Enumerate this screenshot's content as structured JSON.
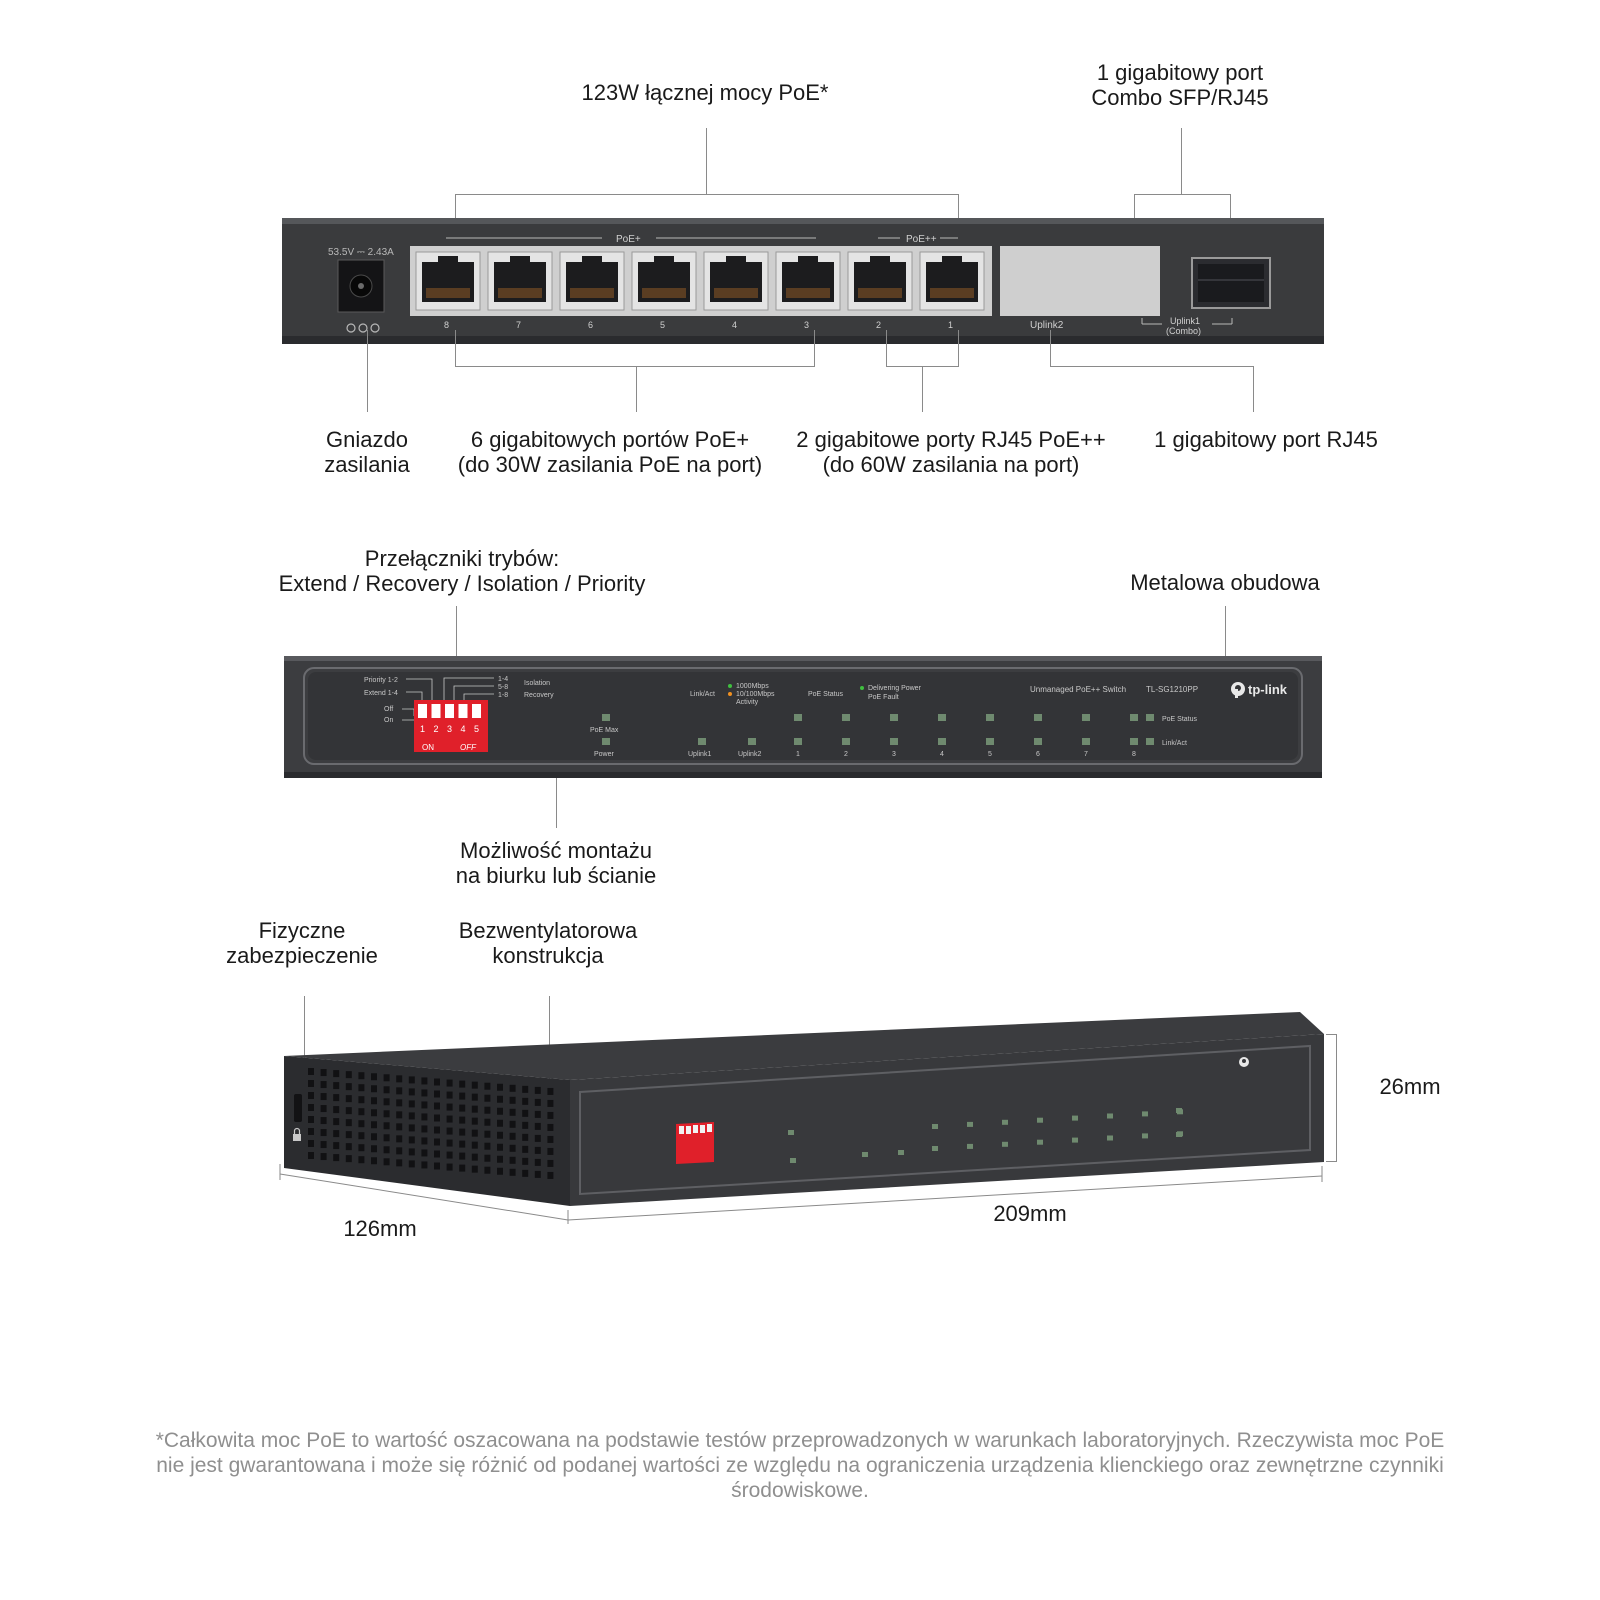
{
  "callouts": {
    "total_poe": "123W łącznej mocy PoE*",
    "combo_line1": "1 gigabitowy port",
    "combo_line2": "Combo SFP/RJ45",
    "power_line1": "Gniazdo",
    "power_line2": "zasilania",
    "poeplus_line1": "6 gigabitowych portów PoE+",
    "poeplus_line2": "(do 30W zasilania PoE na port)",
    "poeplusplus_line1": "2 gigabitowe porty RJ45 PoE++",
    "poeplusplus_line2": "(do 60W zasilania na port)",
    "rj45": "1 gigabitowy port RJ45",
    "modes_line1": "Przełączniki trybów:",
    "modes_line2": "Extend / Recovery / Isolation / Priority",
    "metal": "Metalowa obudowa",
    "mount_line1": "Możliwość montażu",
    "mount_line2": "na biurku lub ścianie",
    "security_line1": "Fizyczne",
    "security_line2": "zabezpieczenie",
    "fanless_line1": "Bezwentylatorowa",
    "fanless_line2": "konstrukcja"
  },
  "dimensions": {
    "height": "26mm",
    "depth": "126mm",
    "width": "209mm"
  },
  "rear_panel": {
    "power_rating": "53.5V ⎓ 2.43A",
    "poe_plus_tag": "PoE+",
    "poe_plusplus_tag": "PoE++",
    "port_numbers": [
      "8",
      "7",
      "6",
      "5",
      "4",
      "3",
      "2",
      "1"
    ],
    "uplink2": "Uplink2",
    "uplink1": "Uplink1",
    "combo": "(Combo)"
  },
  "front_panel": {
    "priority": "Priority 1-2",
    "extend": "Extend 1-4",
    "off": "Off",
    "on": "On",
    "dip_numbers": [
      "1",
      "2",
      "3",
      "4",
      "5"
    ],
    "dip_on": "ON",
    "dip_off": "OFF",
    "isolation": "Isolation",
    "recovery": "Recovery",
    "group_14": "1-4",
    "group_58": "5-8",
    "group_18": "1-8",
    "poe_max": "PoE Max",
    "power": "Power",
    "link_act": "Link/Act",
    "speed_1000": "1000Mbps",
    "speed_10100": "10/100Mbps",
    "activity": "Activity",
    "poe_status": "PoE Status",
    "delivering": "Delivering Power",
    "poe_fault": "PoE Fault",
    "uplink1": "Uplink1",
    "uplink2": "Uplink2",
    "led_numbers": [
      "1",
      "2",
      "3",
      "4",
      "5",
      "6",
      "7",
      "8"
    ],
    "product": "Unmanaged PoE++ Switch",
    "model": "TL-SG1210PP",
    "brand": "tp-link",
    "row_poe_status": "PoE Status",
    "row_link_act": "Link/Act"
  },
  "colors": {
    "case": "#3a3b3d",
    "case_dark": "#25262a",
    "dip_red": "#e0202a",
    "led_green": "#3fbf3f",
    "led_amber": "#f09020"
  },
  "disclaimer": "*Całkowita moc PoE to wartość oszacowana na podstawie testów przeprowadzonych w warunkach laboratoryjnych. Rzeczywista moc PoE nie jest gwarantowana i może się różnić od podanej wartości ze względu na ograniczenia urządzenia klienckiego oraz zewnętrzne czynniki środowiskowe."
}
